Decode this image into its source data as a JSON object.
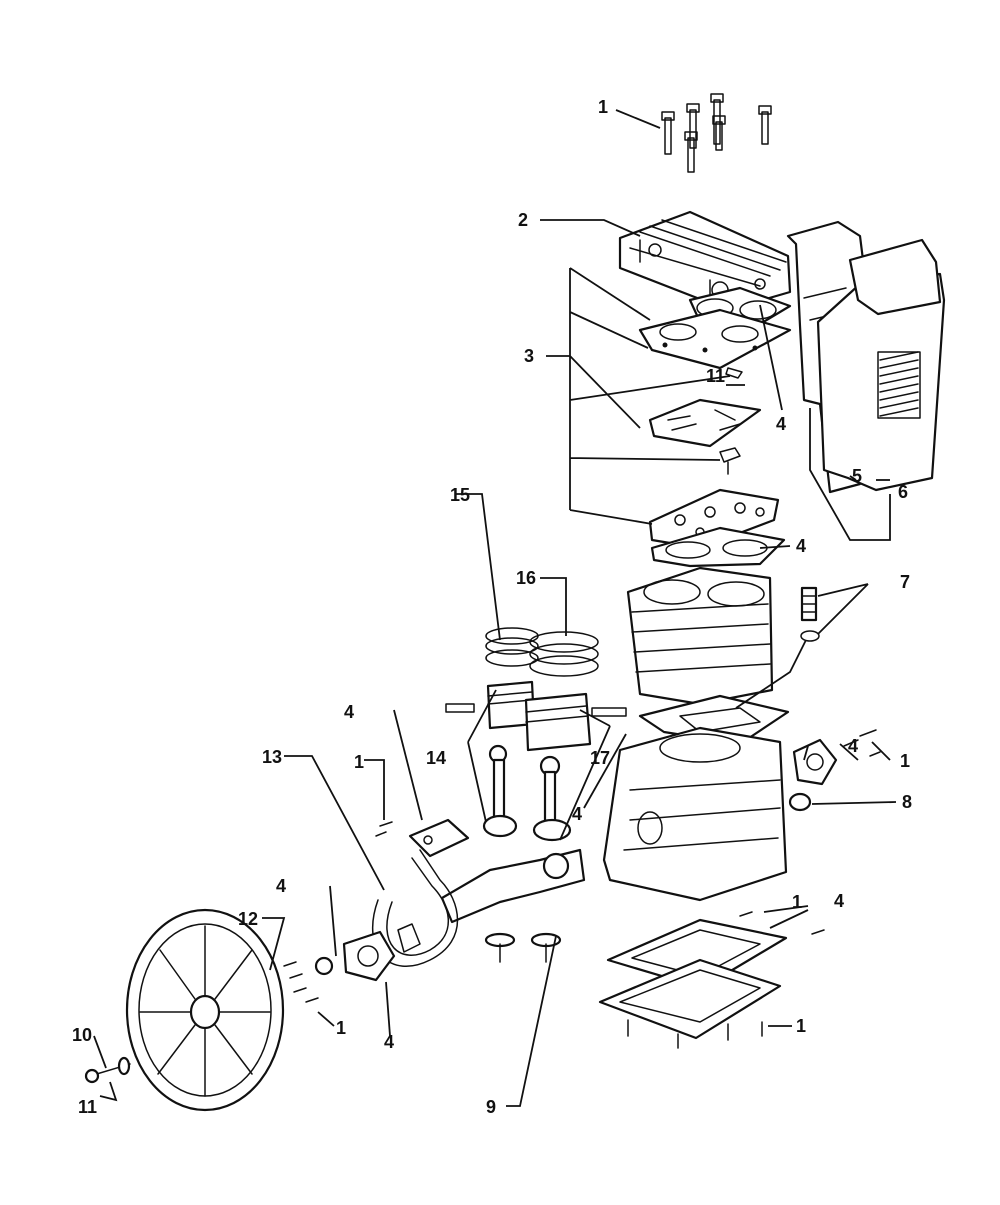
{
  "callouts": {
    "c1_top": "1",
    "c2": "2",
    "c3": "3",
    "c11_head": "11",
    "c4_head": "4",
    "c5": "5",
    "c6": "6",
    "c15": "15",
    "c16": "16",
    "c4_gasket": "4",
    "c7": "7",
    "c4_rod": "4",
    "c13": "13",
    "c14": "14",
    "c17": "17",
    "c1_crankcase": "1",
    "c4_flange": "4",
    "c8": "8",
    "c1_bearing": "1",
    "c4_base": "4",
    "c4_cyl": "4",
    "c4_left": "4",
    "c12": "12",
    "c1_front": "1",
    "c4_front": "4",
    "c1_bottom": "1",
    "c10": "10",
    "c11_bolt": "11",
    "c9": "9",
    "c1_base": "1"
  }
}
